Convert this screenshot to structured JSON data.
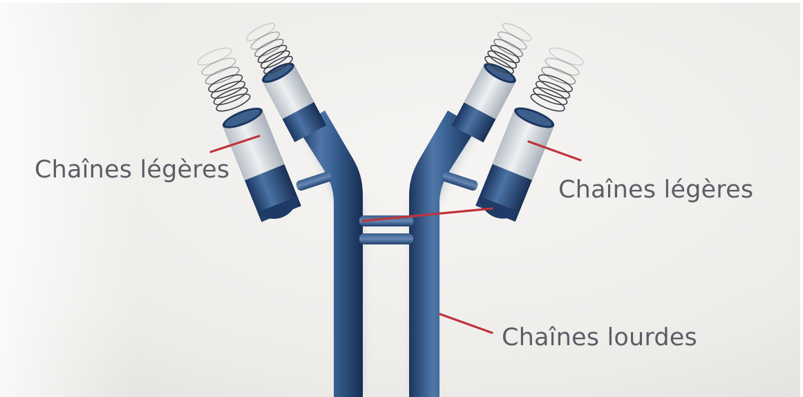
{
  "labels": {
    "light_chains_left": "Chaînes légères",
    "light_chains_right": "Chaînes légères",
    "heavy_chains": "Chaînes lourdes"
  },
  "colors": {
    "paper": "#f4f3f1",
    "chain_dark": "#1f3f6c",
    "chain_mid": "#4f76a7",
    "chain_light": "#d9dde2",
    "leader_line": "#c0333c",
    "label_text": "#5a5e66"
  },
  "icons": {
    "antibody": "antibody-y-shape-icon",
    "variable_region": "coil-spring-icon"
  }
}
